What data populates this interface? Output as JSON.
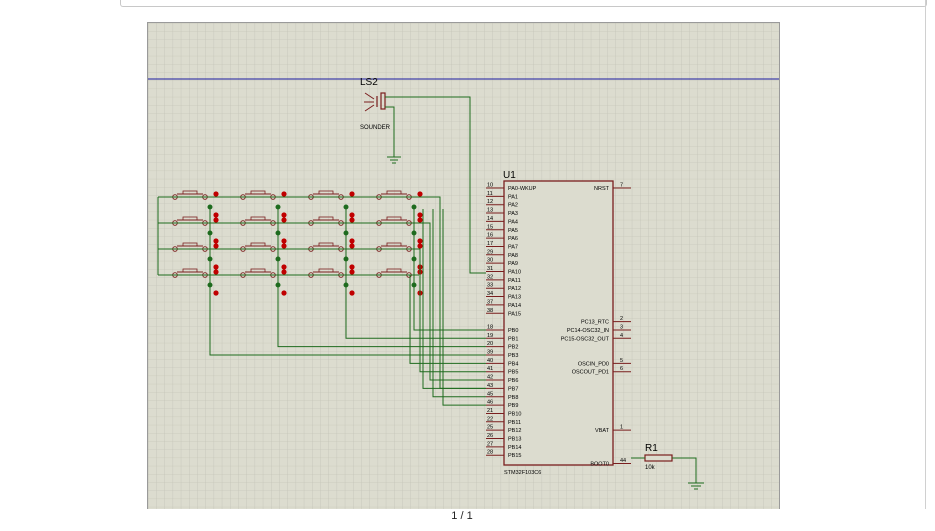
{
  "viewer": {
    "page_indicator": "1 / 1"
  },
  "schematic": {
    "colors": {
      "sheet_bg": "#dcdccf",
      "grid": "#bdbdb0",
      "wire": "#1e6b1e",
      "component": "#7a1e1e",
      "pin_dot": "#c00000",
      "junction": "#1e6b1e",
      "text": "#000000",
      "guide_line": "#1c1ca0"
    },
    "buzzer": {
      "ref": "LS2",
      "value": "SOUNDER"
    },
    "mcu": {
      "ref": "U1",
      "part": "STM32F103C6",
      "left_pins": [
        {
          "num": "10",
          "name": "PA0-WKUP"
        },
        {
          "num": "11",
          "name": "PA1"
        },
        {
          "num": "12",
          "name": "PA2"
        },
        {
          "num": "13",
          "name": "PA3"
        },
        {
          "num": "14",
          "name": "PA4"
        },
        {
          "num": "15",
          "name": "PA5"
        },
        {
          "num": "16",
          "name": "PA6"
        },
        {
          "num": "17",
          "name": "PA7"
        },
        {
          "num": "29",
          "name": "PA8"
        },
        {
          "num": "30",
          "name": "PA9"
        },
        {
          "num": "31",
          "name": "PA10"
        },
        {
          "num": "32",
          "name": "PA11"
        },
        {
          "num": "33",
          "name": "PA12"
        },
        {
          "num": "34",
          "name": "PA13"
        },
        {
          "num": "37",
          "name": "PA14"
        },
        {
          "num": "38",
          "name": "PA15"
        },
        {
          "num": "",
          "name": ""
        },
        {
          "num": "18",
          "name": "PB0"
        },
        {
          "num": "19",
          "name": "PB1"
        },
        {
          "num": "20",
          "name": "PB2"
        },
        {
          "num": "39",
          "name": "PB3"
        },
        {
          "num": "40",
          "name": "PB4"
        },
        {
          "num": "41",
          "name": "PB5"
        },
        {
          "num": "42",
          "name": "PB6"
        },
        {
          "num": "43",
          "name": "PB7"
        },
        {
          "num": "45",
          "name": "PB8"
        },
        {
          "num": "46",
          "name": "PB9"
        },
        {
          "num": "21",
          "name": "PB10"
        },
        {
          "num": "22",
          "name": "PB11"
        },
        {
          "num": "25",
          "name": "PB12"
        },
        {
          "num": "26",
          "name": "PB13"
        },
        {
          "num": "27",
          "name": "PB14"
        },
        {
          "num": "28",
          "name": "PB15"
        }
      ],
      "right_pins": [
        {
          "num": "7",
          "name": "NRST",
          "row": 0
        },
        {
          "num": "2",
          "name": "PC13_RTC",
          "row": 16
        },
        {
          "num": "3",
          "name": "PC14-OSC32_IN",
          "row": 17
        },
        {
          "num": "4",
          "name": "PC15-OSC32_OUT",
          "row": 18
        },
        {
          "num": "5",
          "name": "OSCIN_PD0",
          "row": 21
        },
        {
          "num": "6",
          "name": "OSCOUT_PD1",
          "row": 22
        },
        {
          "num": "1",
          "name": "VBAT",
          "row": 29
        },
        {
          "num": "44",
          "name": "BOOT0",
          "row": 33
        }
      ]
    },
    "resistor": {
      "ref": "R1",
      "value": "10k"
    }
  }
}
